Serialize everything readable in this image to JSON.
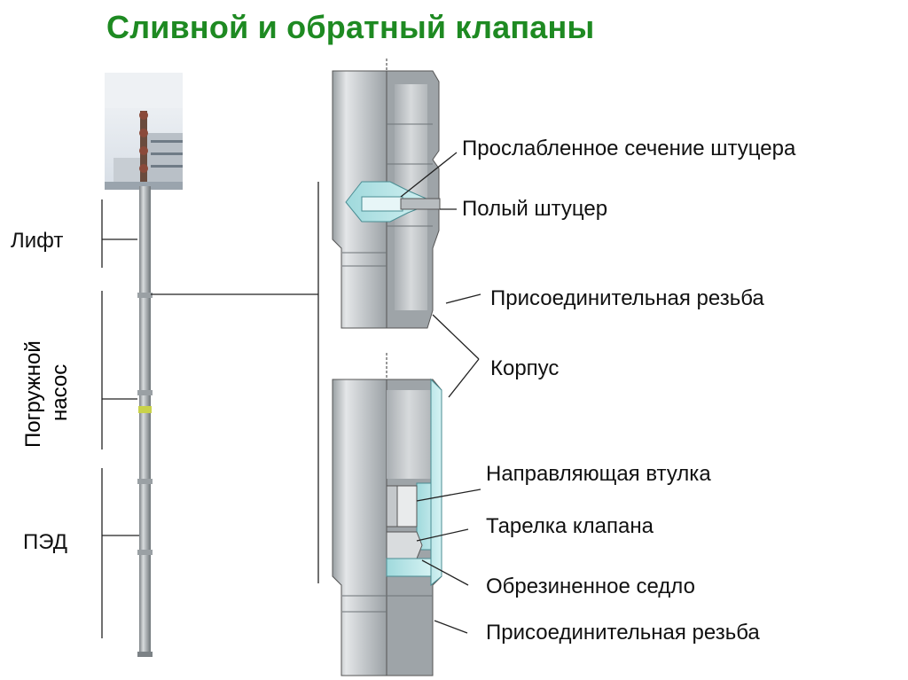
{
  "title": "Сливной и обратный клапаны",
  "left_labels": {
    "lift": "Лифт",
    "pump_line1": "Погружной",
    "pump_line2": "насос",
    "motor": "ПЭД"
  },
  "callouts": {
    "weakened_section": "Прослабленное сечение штуцера",
    "hollow_fitting": "Полый штуцер",
    "thread_top": "Присоединительная резьба",
    "body": "Корпус",
    "guide_sleeve": "Направляющая втулка",
    "valve_disc": "Тарелка клапана",
    "rubber_seat": "Обрезиненное седло",
    "thread_bottom": "Присоединительная резьба"
  },
  "colors": {
    "title": "#1e8a22",
    "metal": "#cfd3d6",
    "metal_dark": "#8f969b",
    "cut_section": "#bfe8ea",
    "line": "#222222"
  }
}
